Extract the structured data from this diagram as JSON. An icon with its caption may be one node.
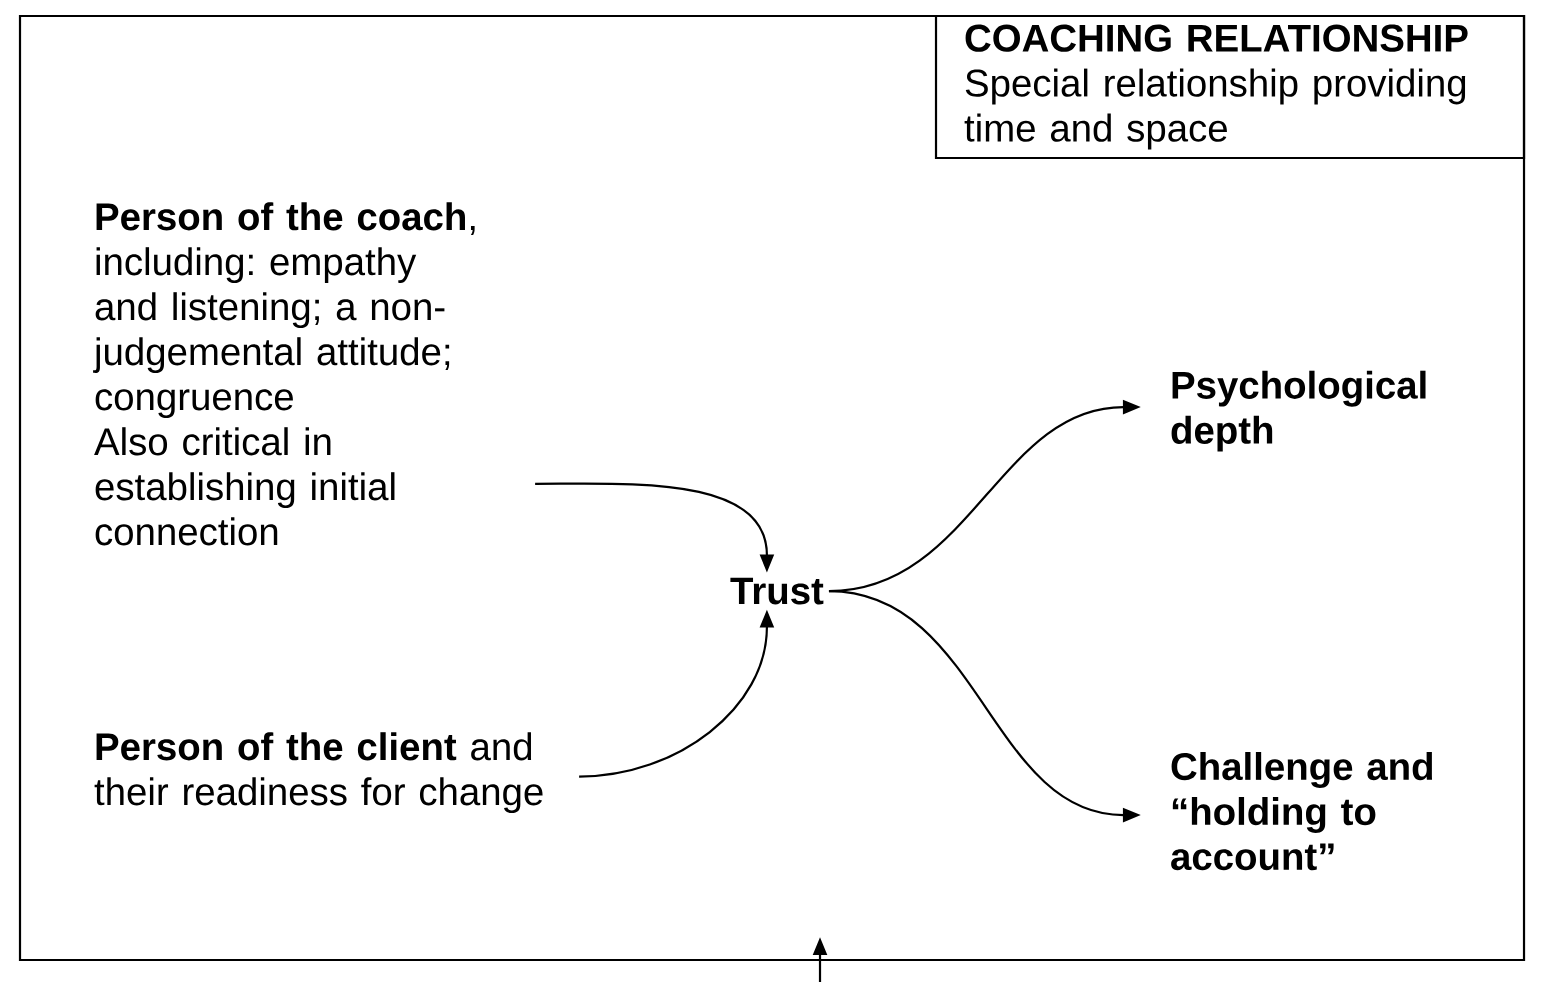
{
  "diagram": {
    "nodes": [
      {
        "text": [],
        "shape": "box"
      },
      {
        "text": [
          "COACHING RELATIONSHIP",
          "Special relationship providing time and space"
        ],
        "in": 0
      },
      {
        "text": [
          "**Person of the coach**, including: empathy and listening; a non-judgemental attitude; congruence",
          "Also critical in establishing initial connection"
        ],
        "in": 0
      },
      {
        "text": [
          "**Person of the client** and their readiness for change"
        ],
        "in": 0
      },
      {
        "text": [
          "Trust"
        ],
        "in": 0
      },
      {
        "text": [
          "Psychological depth"
        ],
        "in": 0
      },
      {
        "text": [
          "Challenge and “holding to account”"
        ],
        "in": 0
      }
    ],
    "edges": [
      {
        "from": 2,
        "to": 4,
        "arrow": "to"
      },
      {
        "from": 3,
        "to": 4,
        "arrow": "to"
      },
      {
        "from": 4,
        "to": 5,
        "arrow": "to"
      },
      {
        "from": 4,
        "to": 6,
        "arrow": "to"
      },
      {
        "from": null,
        "to": 0,
        "arrow": "to"
      }
    ]
  }
}
